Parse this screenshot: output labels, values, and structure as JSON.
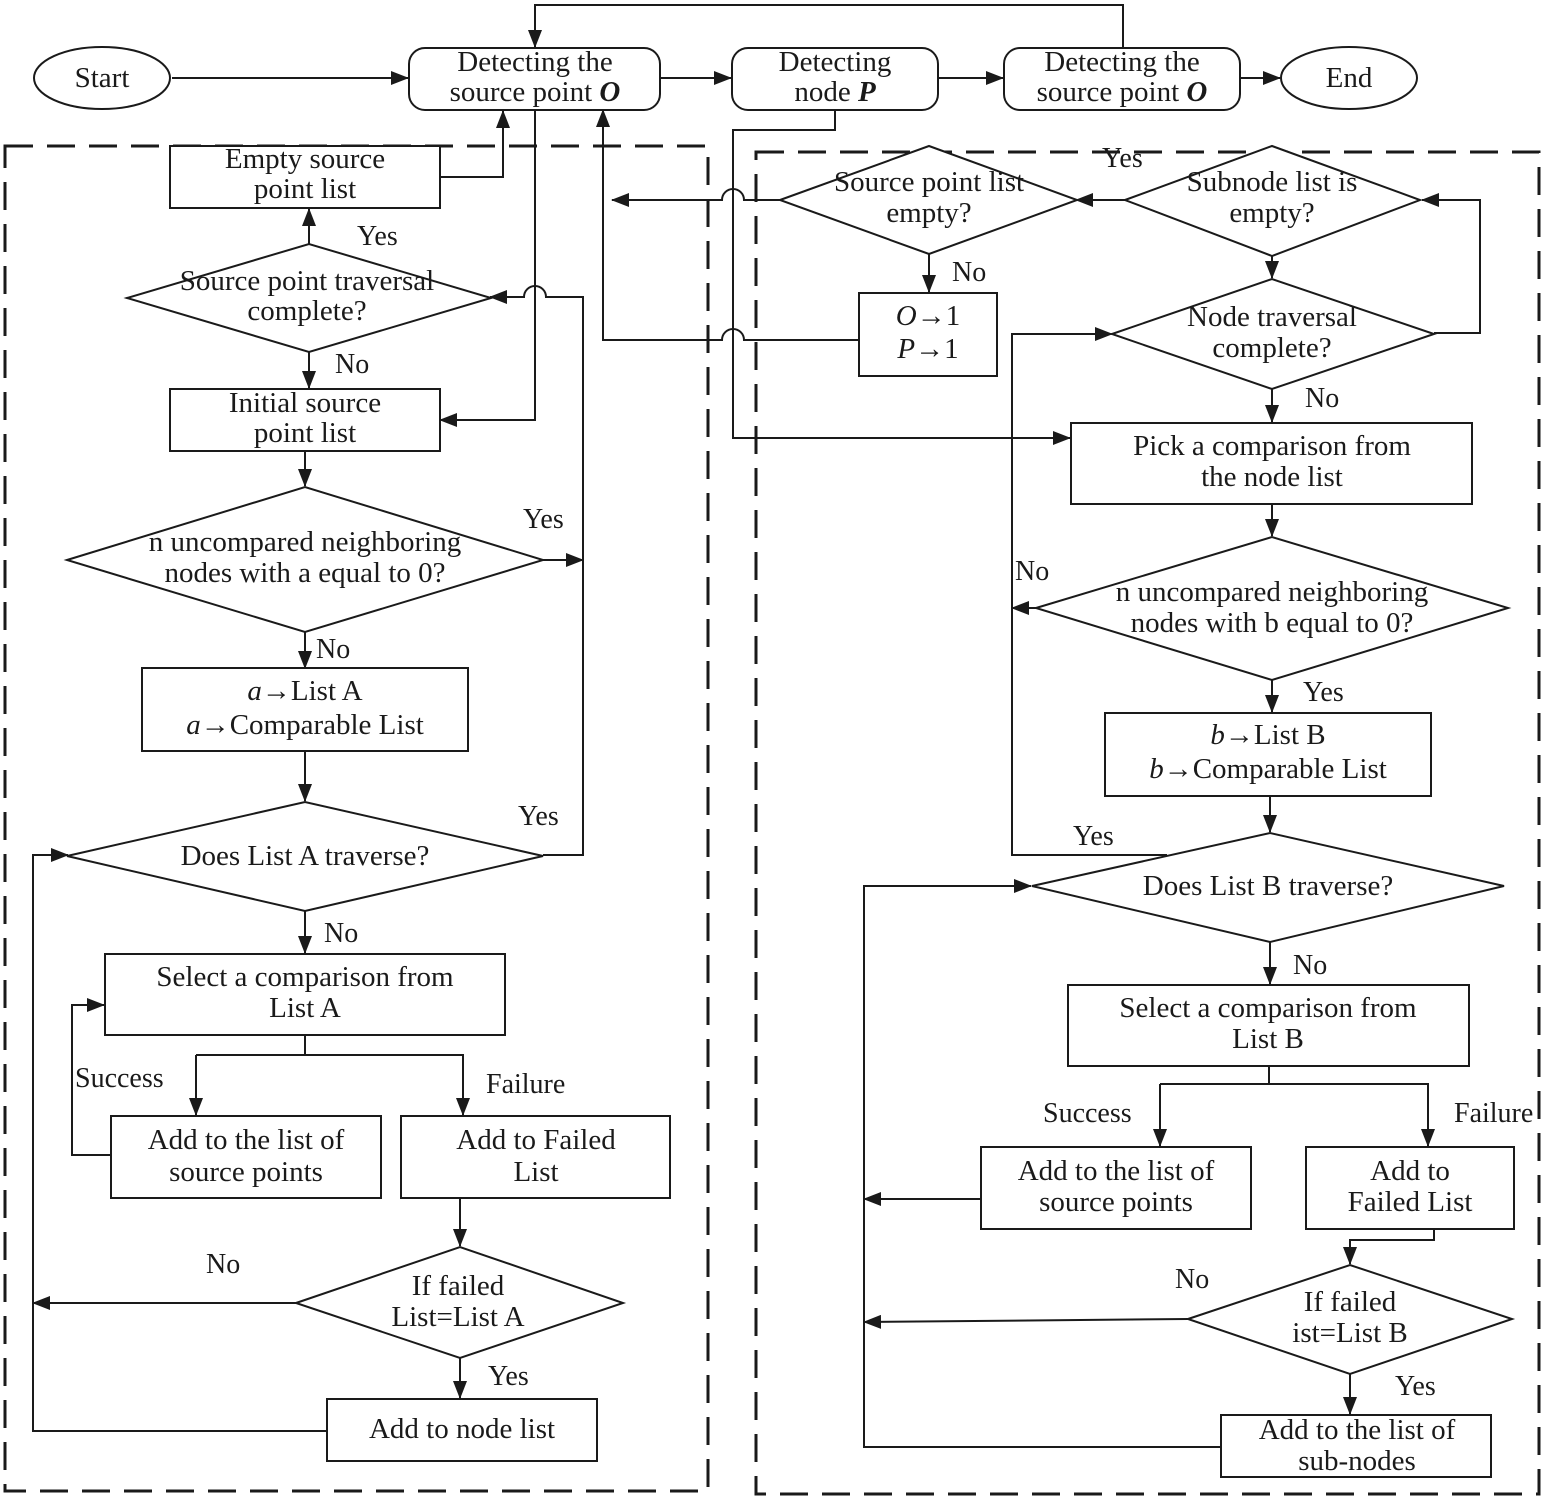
{
  "title": "",
  "top": {
    "start": "Start",
    "detect_o_1": [
      "Detecting the",
      "source point "
    ],
    "detect_p": [
      "Detecting",
      "node "
    ],
    "detect_o_2": [
      "Detecting the",
      "source point "
    ],
    "end": "End",
    "var_o": "O",
    "var_p": "P"
  },
  "left": {
    "empty_source": [
      "Empty source",
      "point list"
    ],
    "traversal_complete": [
      "Source point traversal",
      "complete?"
    ],
    "initial_source": [
      "Initial source",
      "point list"
    ],
    "uncompared_a": [
      "n uncompared neighboring",
      "nodes with a equal to 0?"
    ],
    "list_a_lines": [
      {
        "var": "a",
        "arrow": "→",
        "text": "List A"
      },
      {
        "var": "a",
        "arrow": "→",
        "text": "Comparable List"
      }
    ],
    "list_a_traverse": "Does List A traverse?",
    "select_a": [
      "Select a comparison from",
      "List A"
    ],
    "success": "Success",
    "failure": "Failure",
    "add_source": [
      "Add to the list of",
      "source points"
    ],
    "add_failed": [
      "Add to Failed",
      "List"
    ],
    "if_failed": [
      "If failed",
      "List=List A"
    ],
    "add_node": "Add to node list"
  },
  "right": {
    "source_empty": [
      "Source point list",
      "empty?"
    ],
    "subnode_empty": [
      "Subnode list is",
      "empty?"
    ],
    "op_lines": [
      {
        "var": "O",
        "arrow": "→",
        "text": "1"
      },
      {
        "var": "P",
        "arrow": "→",
        "text": "1"
      }
    ],
    "node_traversal": [
      "Node traversal",
      "complete?"
    ],
    "pick_comparison": [
      "Pick a comparison from",
      "the node list"
    ],
    "uncompared_b": [
      "n uncompared neighboring",
      "nodes with b equal to 0?"
    ],
    "list_b_lines": [
      {
        "var": "b",
        "arrow": "→",
        "text": "List B"
      },
      {
        "var": "b",
        "arrow": "→",
        "text": "Comparable List"
      }
    ],
    "list_b_traverse": "Does List B traverse?",
    "select_b": [
      "Select a comparison from",
      "List B"
    ],
    "success": "Success",
    "failure": "Failure",
    "add_source": [
      "Add to the list of",
      "source points"
    ],
    "add_failed": [
      "Add to",
      "Failed List"
    ],
    "if_failed": [
      "If failed",
      "ist=List B"
    ],
    "add_subnodes": [
      "Add to the list of",
      "sub-nodes"
    ]
  },
  "labels": {
    "yes": "Yes",
    "no": "No"
  }
}
